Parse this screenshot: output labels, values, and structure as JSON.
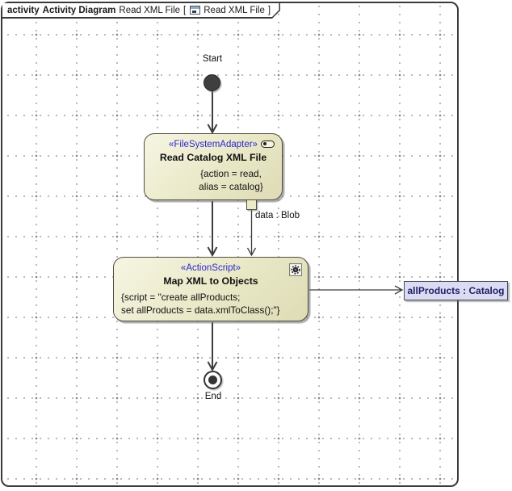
{
  "header": {
    "keyword": "activity",
    "kind": "Activity Diagram",
    "name": "Read XML File",
    "open_bracket": "[",
    "context": "Read XML File",
    "close_bracket": "]"
  },
  "start": {
    "label": "Start"
  },
  "node_read": {
    "stereotype": "«FileSystemAdapter»",
    "name": "Read Catalog XML File",
    "prop1": "{action = read,",
    "prop2": "alias = catalog}"
  },
  "pin": {
    "label": "data : Blob"
  },
  "node_map": {
    "stereotype": "«ActionScript»",
    "name": "Map XML to Objects",
    "script1": "{script = \"create allProducts;",
    "script2": "set allProducts = data.xmlToClass();\"}"
  },
  "object_node": {
    "label": "allProducts : Catalog"
  },
  "end": {
    "label": "End"
  },
  "colors": {
    "node_fill": "#e9e8c6",
    "node_border": "#4e4e40",
    "stereotype_text": "#2a2ace",
    "object_fill": "#dbdbf2",
    "object_text": "#1f1f66",
    "frame_border": "#3a3a3a",
    "flow_line": "#3d3d3d"
  }
}
